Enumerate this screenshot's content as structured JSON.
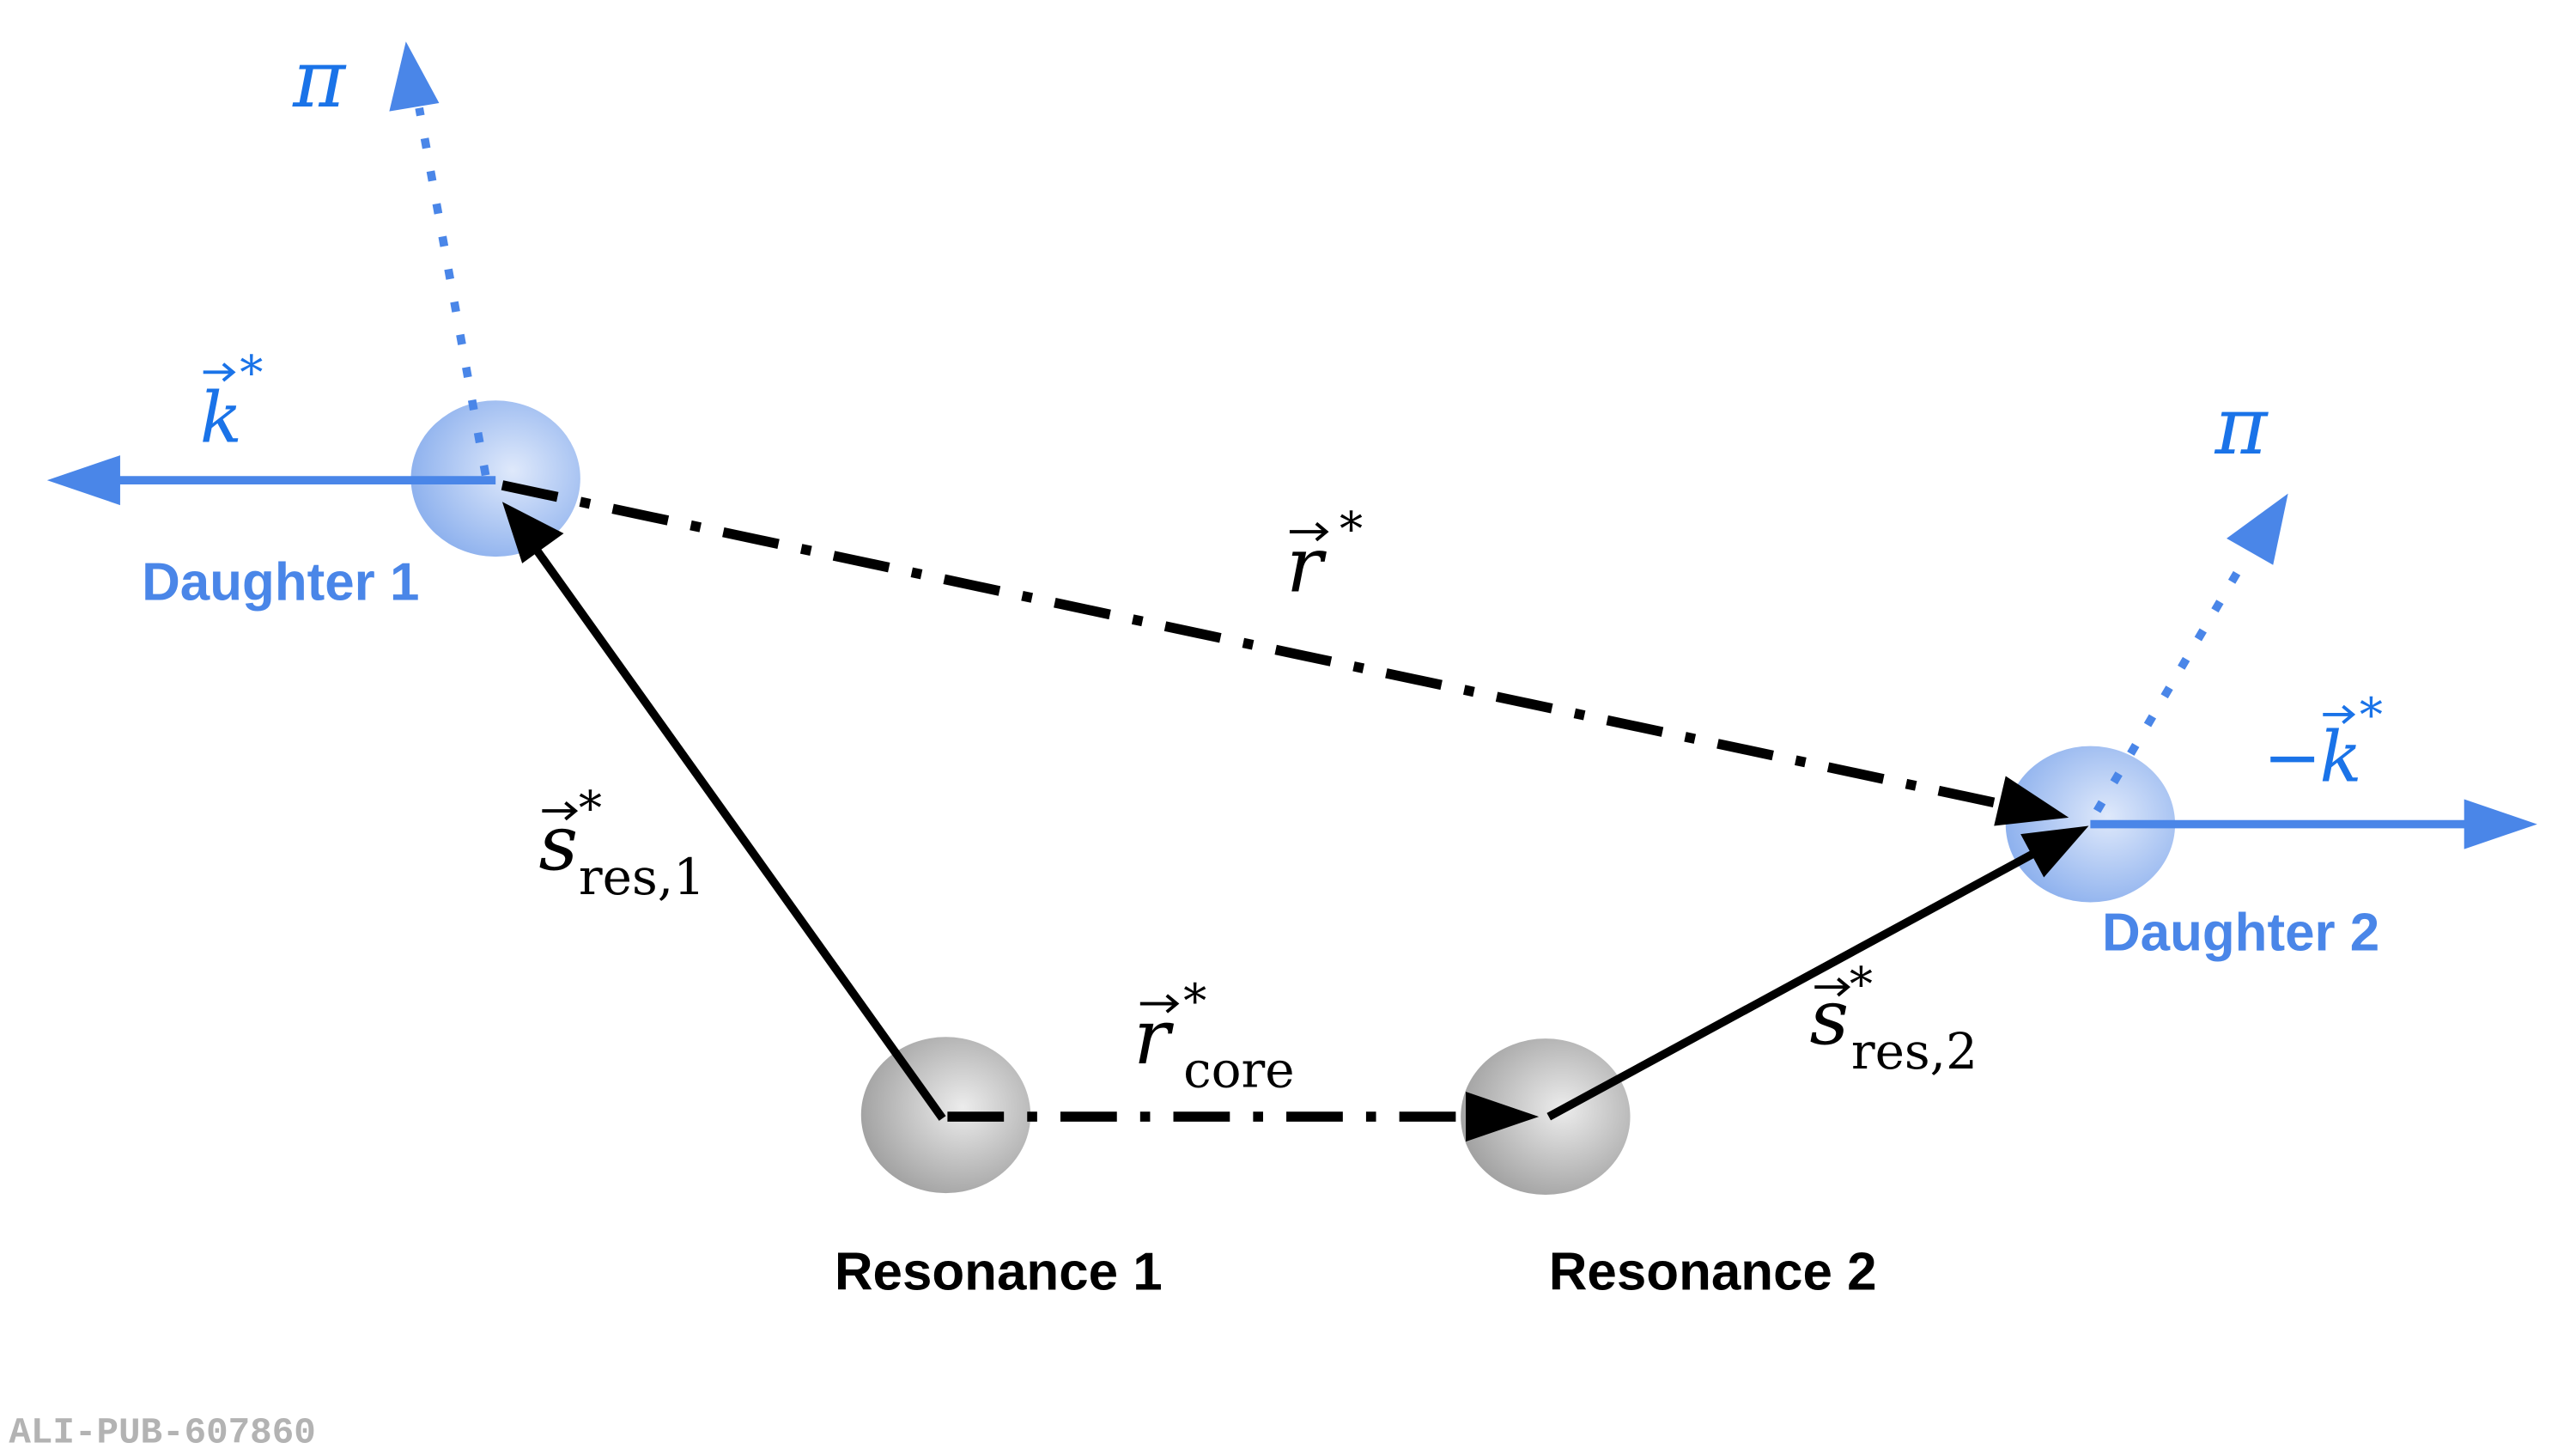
{
  "colors": {
    "accent_blue": "#4a86e8",
    "particle_gray": "#aaaaaa",
    "vector_black": "#000000",
    "watermark": "#b3b3b3"
  },
  "particles": {
    "daughter1": "Daughter 1",
    "daughter2": "Daughter 2",
    "resonance1": "Resonance 1",
    "resonance2": "Resonance 2"
  },
  "vectors": {
    "k_star": {
      "symbol": "k",
      "sup": "*"
    },
    "minus_k_star": {
      "prefix": "−",
      "symbol": "k",
      "sup": "*"
    },
    "r_star": {
      "symbol": "r",
      "sup": "*"
    },
    "r_core": {
      "symbol": "r",
      "sup": "*",
      "sub": "core"
    },
    "s_res1": {
      "symbol": "s",
      "sup": "*",
      "sub": "res,1"
    },
    "s_res2": {
      "symbol": "s",
      "sup": "*",
      "sub": "res,2"
    }
  },
  "pion_label_1": "π",
  "pion_label_2": "π",
  "watermark": "ALI-PUB-607860"
}
